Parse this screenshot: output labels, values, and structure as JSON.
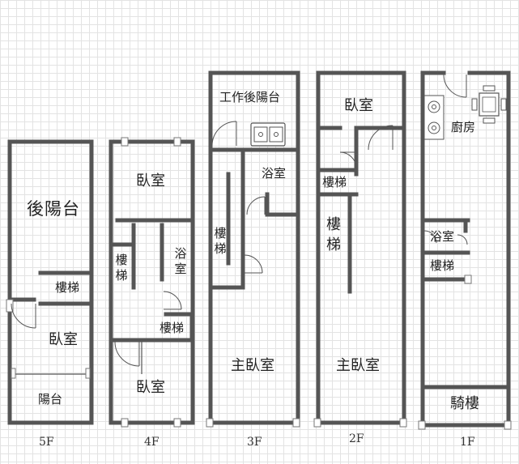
{
  "floors": {
    "f5": {
      "label": "5F",
      "rooms": {
        "back_balcony": "後陽台",
        "stairs": "樓梯",
        "bedroom": "臥室",
        "balcony": "陽台"
      }
    },
    "f4": {
      "label": "4F",
      "rooms": {
        "bedroom_top": "臥室",
        "stairs_left": "樓梯",
        "bath": "浴室",
        "stairs_bottom": "樓梯",
        "bedroom_bottom": "臥室"
      }
    },
    "f3": {
      "label": "3F",
      "rooms": {
        "work_balcony": "工作後陽台",
        "bath": "浴室",
        "stairs": "樓梯",
        "master_bedroom": "主臥室"
      }
    },
    "f2": {
      "label": "2F",
      "rooms": {
        "bedroom": "臥室",
        "stairs_small": "樓梯",
        "stairs_large": "樓梯",
        "master_bedroom": "主臥室"
      }
    },
    "f1": {
      "label": "1F",
      "rooms": {
        "kitchen": "廚房",
        "bath": "浴室",
        "stairs": "樓梯",
        "arcade": "騎樓"
      }
    }
  },
  "colors": {
    "wall": "#555555",
    "grid": "#e3e3e3",
    "text": "#222222"
  }
}
